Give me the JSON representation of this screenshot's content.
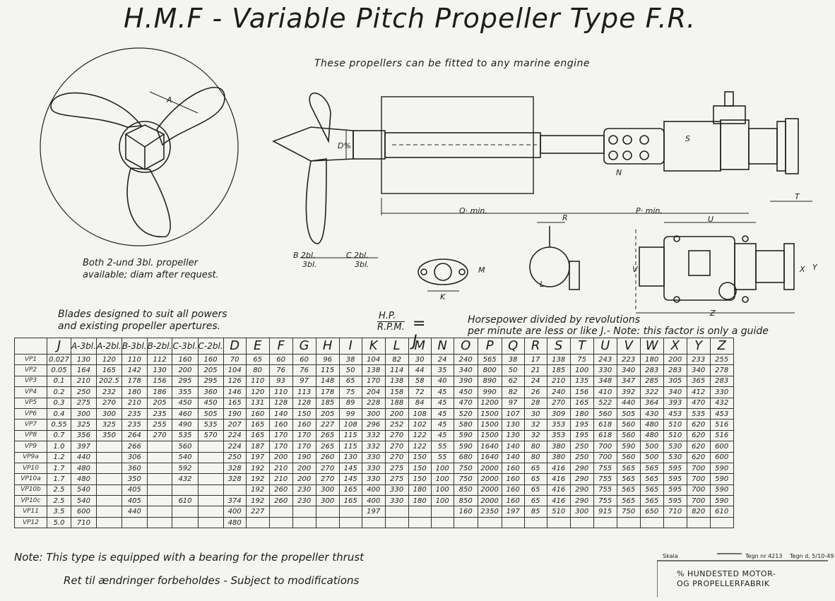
{
  "title": "H.M.F - Variable Pitch Propeller Type F.R.",
  "subtitle": "These propellers can be fitted to any marine engine",
  "propeller_note": [
    "Both 2-und 3bl. propeller",
    "available; diam after request."
  ],
  "blades_note": [
    "Blades designed to suit all powers",
    "and existing propeller apertures."
  ],
  "formula": {
    "numerator": "H.P.",
    "denominator": "R.P.M.",
    "equals": "= J"
  },
  "horsepower_note": [
    "Horsepower divided by revolutions",
    "per minute are less or like J.- Note: this factor is only a guide"
  ],
  "dimension_labels": {
    "A": "A",
    "D": "D%",
    "B": "B 2bl.",
    "B2": "3bl.",
    "C": "C 2bl.",
    "C2": "3bl.",
    "O": "O· min.",
    "P": "P· min.",
    "N": "N",
    "T": "T",
    "U": "U",
    "V": "V",
    "X": "X",
    "Y": "Y",
    "Z": "Z",
    "R": "R",
    "K": "K",
    "M": "M",
    "S": "S",
    "L": "L"
  },
  "table": {
    "headers": [
      "",
      "J",
      "A-3bl.",
      "A-2bl.",
      "B-3bl.",
      "B-2bl.",
      "C-3bl.",
      "C-2bl.",
      "D",
      "E",
      "F",
      "G",
      "H",
      "I",
      "K",
      "L",
      "M",
      "N",
      "O",
      "P",
      "Q",
      "R",
      "S",
      "T",
      "U",
      "V",
      "W",
      "X",
      "Y",
      "Z"
    ],
    "rows": [
      [
        "VP1",
        "0.027",
        "130",
        "120",
        "110",
        "112",
        "160",
        "160",
        "70",
        "65",
        "60",
        "60",
        "96",
        "38",
        "104",
        "82",
        "30",
        "24",
        "240",
        "565",
        "38",
        "17",
        "138",
        "75",
        "243",
        "223",
        "180",
        "200",
        "233",
        "255"
      ],
      [
        "VP2",
        "0.05",
        "164",
        "165",
        "142",
        "130",
        "200",
        "205",
        "104",
        "80",
        "76",
        "76",
        "115",
        "50",
        "138",
        "114",
        "44",
        "35",
        "340",
        "800",
        "50",
        "21",
        "185",
        "100",
        "330",
        "340",
        "283",
        "283",
        "340",
        "278"
      ],
      [
        "VP3",
        "0.1",
        "210",
        "202.5",
        "178",
        "156",
        "295",
        "295",
        "126",
        "110",
        "93",
        "97",
        "148",
        "65",
        "170",
        "138",
        "58",
        "40",
        "390",
        "890",
        "62",
        "24",
        "210",
        "135",
        "348",
        "347",
        "285",
        "305",
        "365",
        "283"
      ],
      [
        "VP4",
        "0.2",
        "250",
        "232",
        "180",
        "186",
        "355",
        "360",
        "146",
        "120",
        "110",
        "113",
        "178",
        "75",
        "204",
        "158",
        "72",
        "45",
        "450",
        "990",
        "82",
        "26",
        "240",
        "156",
        "410",
        "392",
        "322",
        "340",
        "412",
        "330"
      ],
      [
        "VP5",
        "0.3",
        "275",
        "270",
        "210",
        "205",
        "450",
        "450",
        "165",
        "131",
        "128",
        "128",
        "185",
        "89",
        "228",
        "188",
        "84",
        "45",
        "470",
        "1200",
        "97",
        "28",
        "270",
        "165",
        "522",
        "440",
        "364",
        "393",
        "470",
        "432"
      ],
      [
        "VP6",
        "0.4",
        "300",
        "300",
        "235",
        "235",
        "460",
        "505",
        "190",
        "160",
        "140",
        "150",
        "205",
        "99",
        "300",
        "200",
        "108",
        "45",
        "520",
        "1500",
        "107",
        "30",
        "309",
        "180",
        "560",
        "505",
        "430",
        "453",
        "535",
        "453"
      ],
      [
        "VP7",
        "0.55",
        "325",
        "325",
        "235",
        "255",
        "490",
        "535",
        "207",
        "165",
        "160",
        "160",
        "227",
        "108",
        "296",
        "252",
        "102",
        "45",
        "580",
        "1500",
        "130",
        "32",
        "353",
        "195",
        "618",
        "560",
        "480",
        "510",
        "620",
        "516"
      ],
      [
        "VP8",
        "0.7",
        "356",
        "350",
        "264",
        "270",
        "535",
        "570",
        "224",
        "165",
        "170",
        "170",
        "265",
        "115",
        "332",
        "270",
        "122",
        "45",
        "590",
        "1500",
        "130",
        "32",
        "353",
        "195",
        "618",
        "560",
        "480",
        "510",
        "620",
        "516"
      ],
      [
        "VP9",
        "1.0",
        "397",
        "",
        "266",
        "",
        "560",
        "",
        "224",
        "187",
        "170",
        "170",
        "265",
        "115",
        "332",
        "270",
        "122",
        "55",
        "590",
        "1640",
        "140",
        "80",
        "380",
        "250",
        "700",
        "590",
        "500",
        "530",
        "620",
        "600"
      ],
      [
        "VP9a",
        "1.2",
        "440",
        "",
        "306",
        "",
        "540",
        "",
        "250",
        "197",
        "200",
        "190",
        "260",
        "130",
        "330",
        "270",
        "150",
        "55",
        "680",
        "1640",
        "140",
        "80",
        "380",
        "250",
        "700",
        "560",
        "500",
        "530",
        "620",
        "600"
      ],
      [
        "VP10",
        "1.7",
        "480",
        "",
        "360",
        "",
        "592",
        "",
        "328",
        "192",
        "210",
        "200",
        "270",
        "145",
        "330",
        "275",
        "150",
        "100",
        "750",
        "2000",
        "160",
        "65",
        "416",
        "290",
        "755",
        "565",
        "565",
        "595",
        "700",
        "590"
      ],
      [
        "VP10a",
        "1.7",
        "480",
        "",
        "350",
        "",
        "432",
        "",
        "328",
        "192",
        "210",
        "200",
        "270",
        "145",
        "330",
        "275",
        "150",
        "100",
        "750",
        "2000",
        "160",
        "65",
        "416",
        "290",
        "755",
        "565",
        "565",
        "595",
        "700",
        "590"
      ],
      [
        "VP10b",
        "2.5",
        "540",
        "",
        "405",
        "",
        "",
        "",
        "",
        "192",
        "260",
        "230",
        "300",
        "165",
        "400",
        "330",
        "180",
        "100",
        "850",
        "2000",
        "160",
        "65",
        "416",
        "290",
        "755",
        "565",
        "565",
        "595",
        "700",
        "590"
      ],
      [
        "VP10c",
        "2.5",
        "540",
        "",
        "405",
        "",
        "610",
        "",
        "374",
        "192",
        "260",
        "230",
        "300",
        "165",
        "400",
        "330",
        "180",
        "100",
        "850",
        "2000",
        "160",
        "65",
        "416",
        "290",
        "755",
        "565",
        "565",
        "595",
        "700",
        "590"
      ],
      [
        "VP11",
        "3.5",
        "600",
        "",
        "440",
        "",
        "",
        "",
        "400",
        "227",
        "",
        "",
        "",
        "",
        "197",
        "",
        "",
        "",
        "160",
        "2350",
        "197",
        "85",
        "510",
        "300",
        "915",
        "750",
        "650",
        "710",
        "820",
        "610"
      ],
      [
        "VP12",
        "5.0",
        "710",
        "",
        "",
        "",
        "",
        "",
        "480",
        "",
        "",
        "",
        "",
        "",
        "",
        "",
        "",
        "",
        "",
        "",
        "",
        "",
        "",
        "",
        "",
        "",
        "",
        "",
        "",
        ""
      ]
    ]
  },
  "footnote": "Note: This type is equipped with a bearing for the propeller thrust",
  "footnote2": "Ret til ændringer forbeholdes - Subject to modifications",
  "title_block": {
    "scale_label": "Skala",
    "drawing_label": "Tegn nr 4213",
    "date_label": "Tegn d. 5/10-49"
  },
  "maker": [
    "% HUNDESTED MOTOR-",
    "OG PROPELLERFABRIK"
  ]
}
